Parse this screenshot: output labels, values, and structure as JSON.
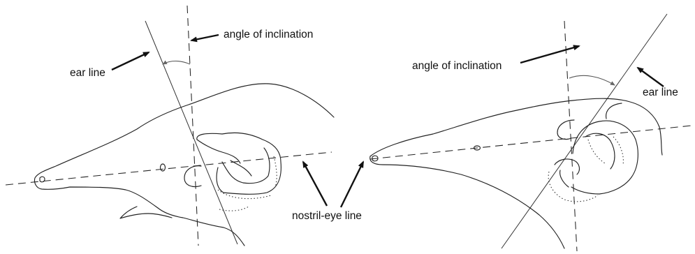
{
  "labels": {
    "ear_line_left": "ear line",
    "angle_left": "angle of inclination",
    "nostril_eye": "nostril-eye line",
    "angle_right": "angle of inclination",
    "ear_line_right": "ear line"
  }
}
